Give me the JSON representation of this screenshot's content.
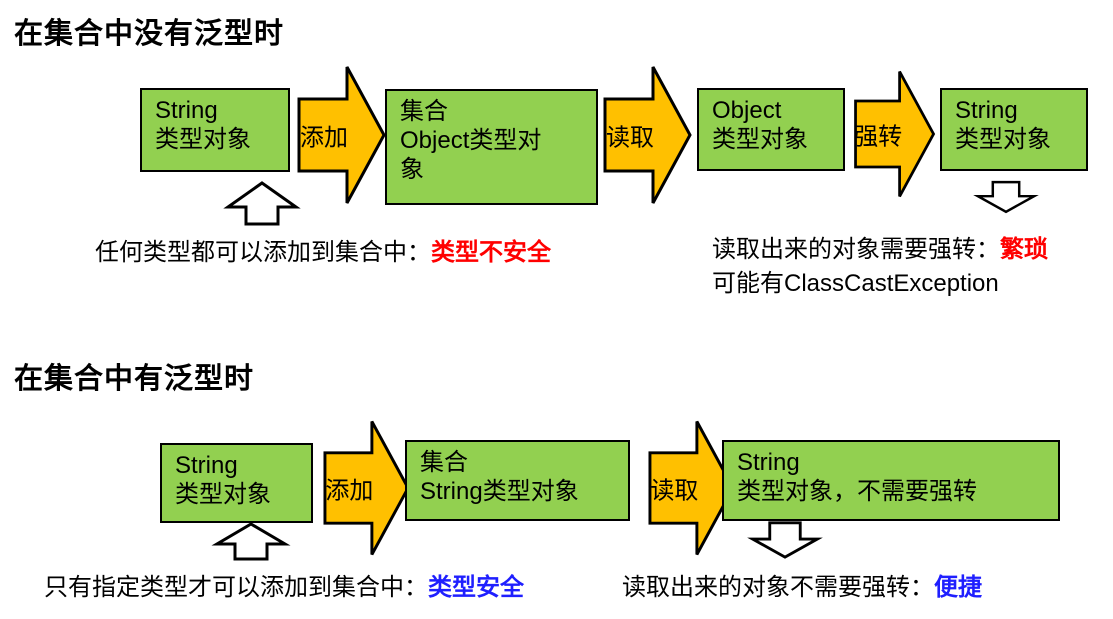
{
  "colors": {
    "box_fill": "#92D050",
    "box_border": "#000000",
    "arrow_fill": "#FFC000",
    "arrow_border": "#000000",
    "red_highlight": "#FF0000",
    "blue_highlight": "#1F1FFF",
    "background": "#FFFFFF"
  },
  "section1": {
    "title": "在集合中没有泛型时",
    "boxes": [
      {
        "text": "String\n类型对象"
      },
      {
        "text": "集合\nObject类型对\n象"
      },
      {
        "text": "Object\n类型对象"
      },
      {
        "text": "String\n类型对象"
      }
    ],
    "arrows": [
      {
        "label": "添加"
      },
      {
        "label": "读取"
      },
      {
        "label": "强转"
      }
    ],
    "note_left": {
      "text": "任何类型都可以添加到集合中：",
      "highlight": "类型不安全"
    },
    "note_right": {
      "text": "读取出来的对象需要强转：",
      "highlight": "繁琐",
      "line2": "可能有ClassCastException"
    }
  },
  "section2": {
    "title": "在集合中有泛型时",
    "boxes": [
      {
        "text": "String\n类型对象"
      },
      {
        "text": "集合\nString类型对象"
      },
      {
        "text": "String\n类型对象，不需要强转"
      }
    ],
    "arrows": [
      {
        "label": "添加"
      },
      {
        "label": "读取"
      }
    ],
    "note_left": {
      "text": "只有指定类型才可以添加到集合中：",
      "highlight": "类型安全"
    },
    "note_right": {
      "text": "读取出来的对象不需要强转：",
      "highlight": "便捷"
    }
  }
}
